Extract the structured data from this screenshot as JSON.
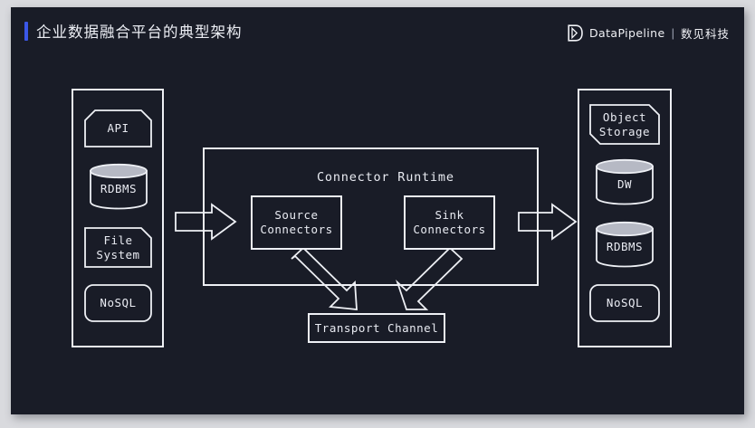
{
  "header": {
    "title": "企业数据融合平台的典型架构",
    "accent_color": "#3b57e8",
    "brand_mark": "datapipeline-logo-icon",
    "brand_name": "DataPipeline",
    "brand_separator": "|",
    "brand_cn": "数见科技"
  },
  "diagram": {
    "sources": {
      "frame_name": "source-systems-group",
      "items": [
        {
          "label": "API",
          "shape": "chamfered-top-box"
        },
        {
          "label": "RDBMS",
          "shape": "cylinder"
        },
        {
          "label": "File\nSystem",
          "shape": "folded-corner-box"
        },
        {
          "label": "NoSQL",
          "shape": "rounded-box"
        }
      ]
    },
    "targets": {
      "frame_name": "target-systems-group",
      "items": [
        {
          "label": "Object\nStorage",
          "shape": "folded-corner-box"
        },
        {
          "label": "DW",
          "shape": "cylinder"
        },
        {
          "label": "RDBMS",
          "shape": "cylinder"
        },
        {
          "label": "NoSQL",
          "shape": "rounded-box"
        }
      ]
    },
    "runtime": {
      "title": "Connector Runtime",
      "boxes": [
        {
          "label": "Source\nConnectors"
        },
        {
          "label": "Sink\nConnectors"
        }
      ]
    },
    "transport": {
      "label": "Transport Channel"
    },
    "arrows": {
      "inbound": "arrow-right-into-runtime",
      "outbound": "arrow-right-out-of-runtime",
      "to_transport": "arrow-source-to-transport",
      "from_transport": "arrow-transport-to-sink"
    },
    "stroke_color": "#eef0f5",
    "background_color": "#191c27"
  }
}
